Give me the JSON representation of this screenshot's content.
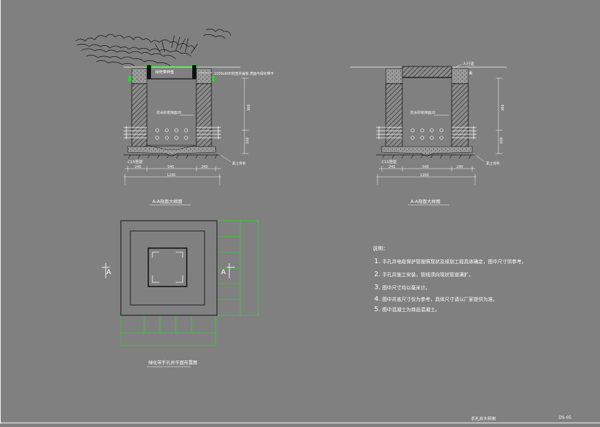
{
  "colors": {
    "background": "#808080",
    "line": "#ffffff",
    "hatch": "#111111",
    "green": "#22dd22",
    "dark": "#000000"
  },
  "section_left": {
    "dims_bottom": [
      "240",
      "540",
      "240"
    ],
    "dim_total": "1200",
    "dims_right": [
      "300",
      "100"
    ],
    "label_concrete": "C15垫层",
    "label_cover": "绿化带井盖",
    "label_cover_note": "1000x600检查井盖板 表面与绿化带平",
    "label_inner": "防水砂浆抹面20",
    "label_base": "素土夯实",
    "title": "A-A剖面大样图"
  },
  "section_right": {
    "dims_bottom": [
      "240",
      "540",
      "240"
    ],
    "dim_total": "1200",
    "dims_right": [
      "300",
      "100"
    ],
    "label_pavement": "人行道",
    "label_slab": "铸铁井盖",
    "label_concrete": "C15垫层",
    "label_inner": "防水砂浆抹面20",
    "label_base": "素土夯实",
    "title": "A-A剖面大样图"
  },
  "plan": {
    "cut_label_left": "A",
    "cut_label_right": "A",
    "title": "绿化带手孔井平面布置图"
  },
  "notes": {
    "heading": "说明：",
    "items": [
      {
        "n": "1.",
        "text": "手孔井电缆保护管按照现状及规划工程具体确定，图中尺寸供参考。"
      },
      {
        "n": "2.",
        "text": "手孔井施工安装，管线须向现状管道满扩。"
      },
      {
        "n": "3.",
        "text": "图中尺寸均以毫米计。"
      },
      {
        "n": "4.",
        "text": "图中井盖尺寸仅为参考，具体尺寸请以厂家提供为准。"
      },
      {
        "n": "5.",
        "text": "图中混凝土为商品混凝土。"
      }
    ]
  },
  "footer": {
    "title": "手孔井大样图",
    "sheet": "DS-05"
  }
}
